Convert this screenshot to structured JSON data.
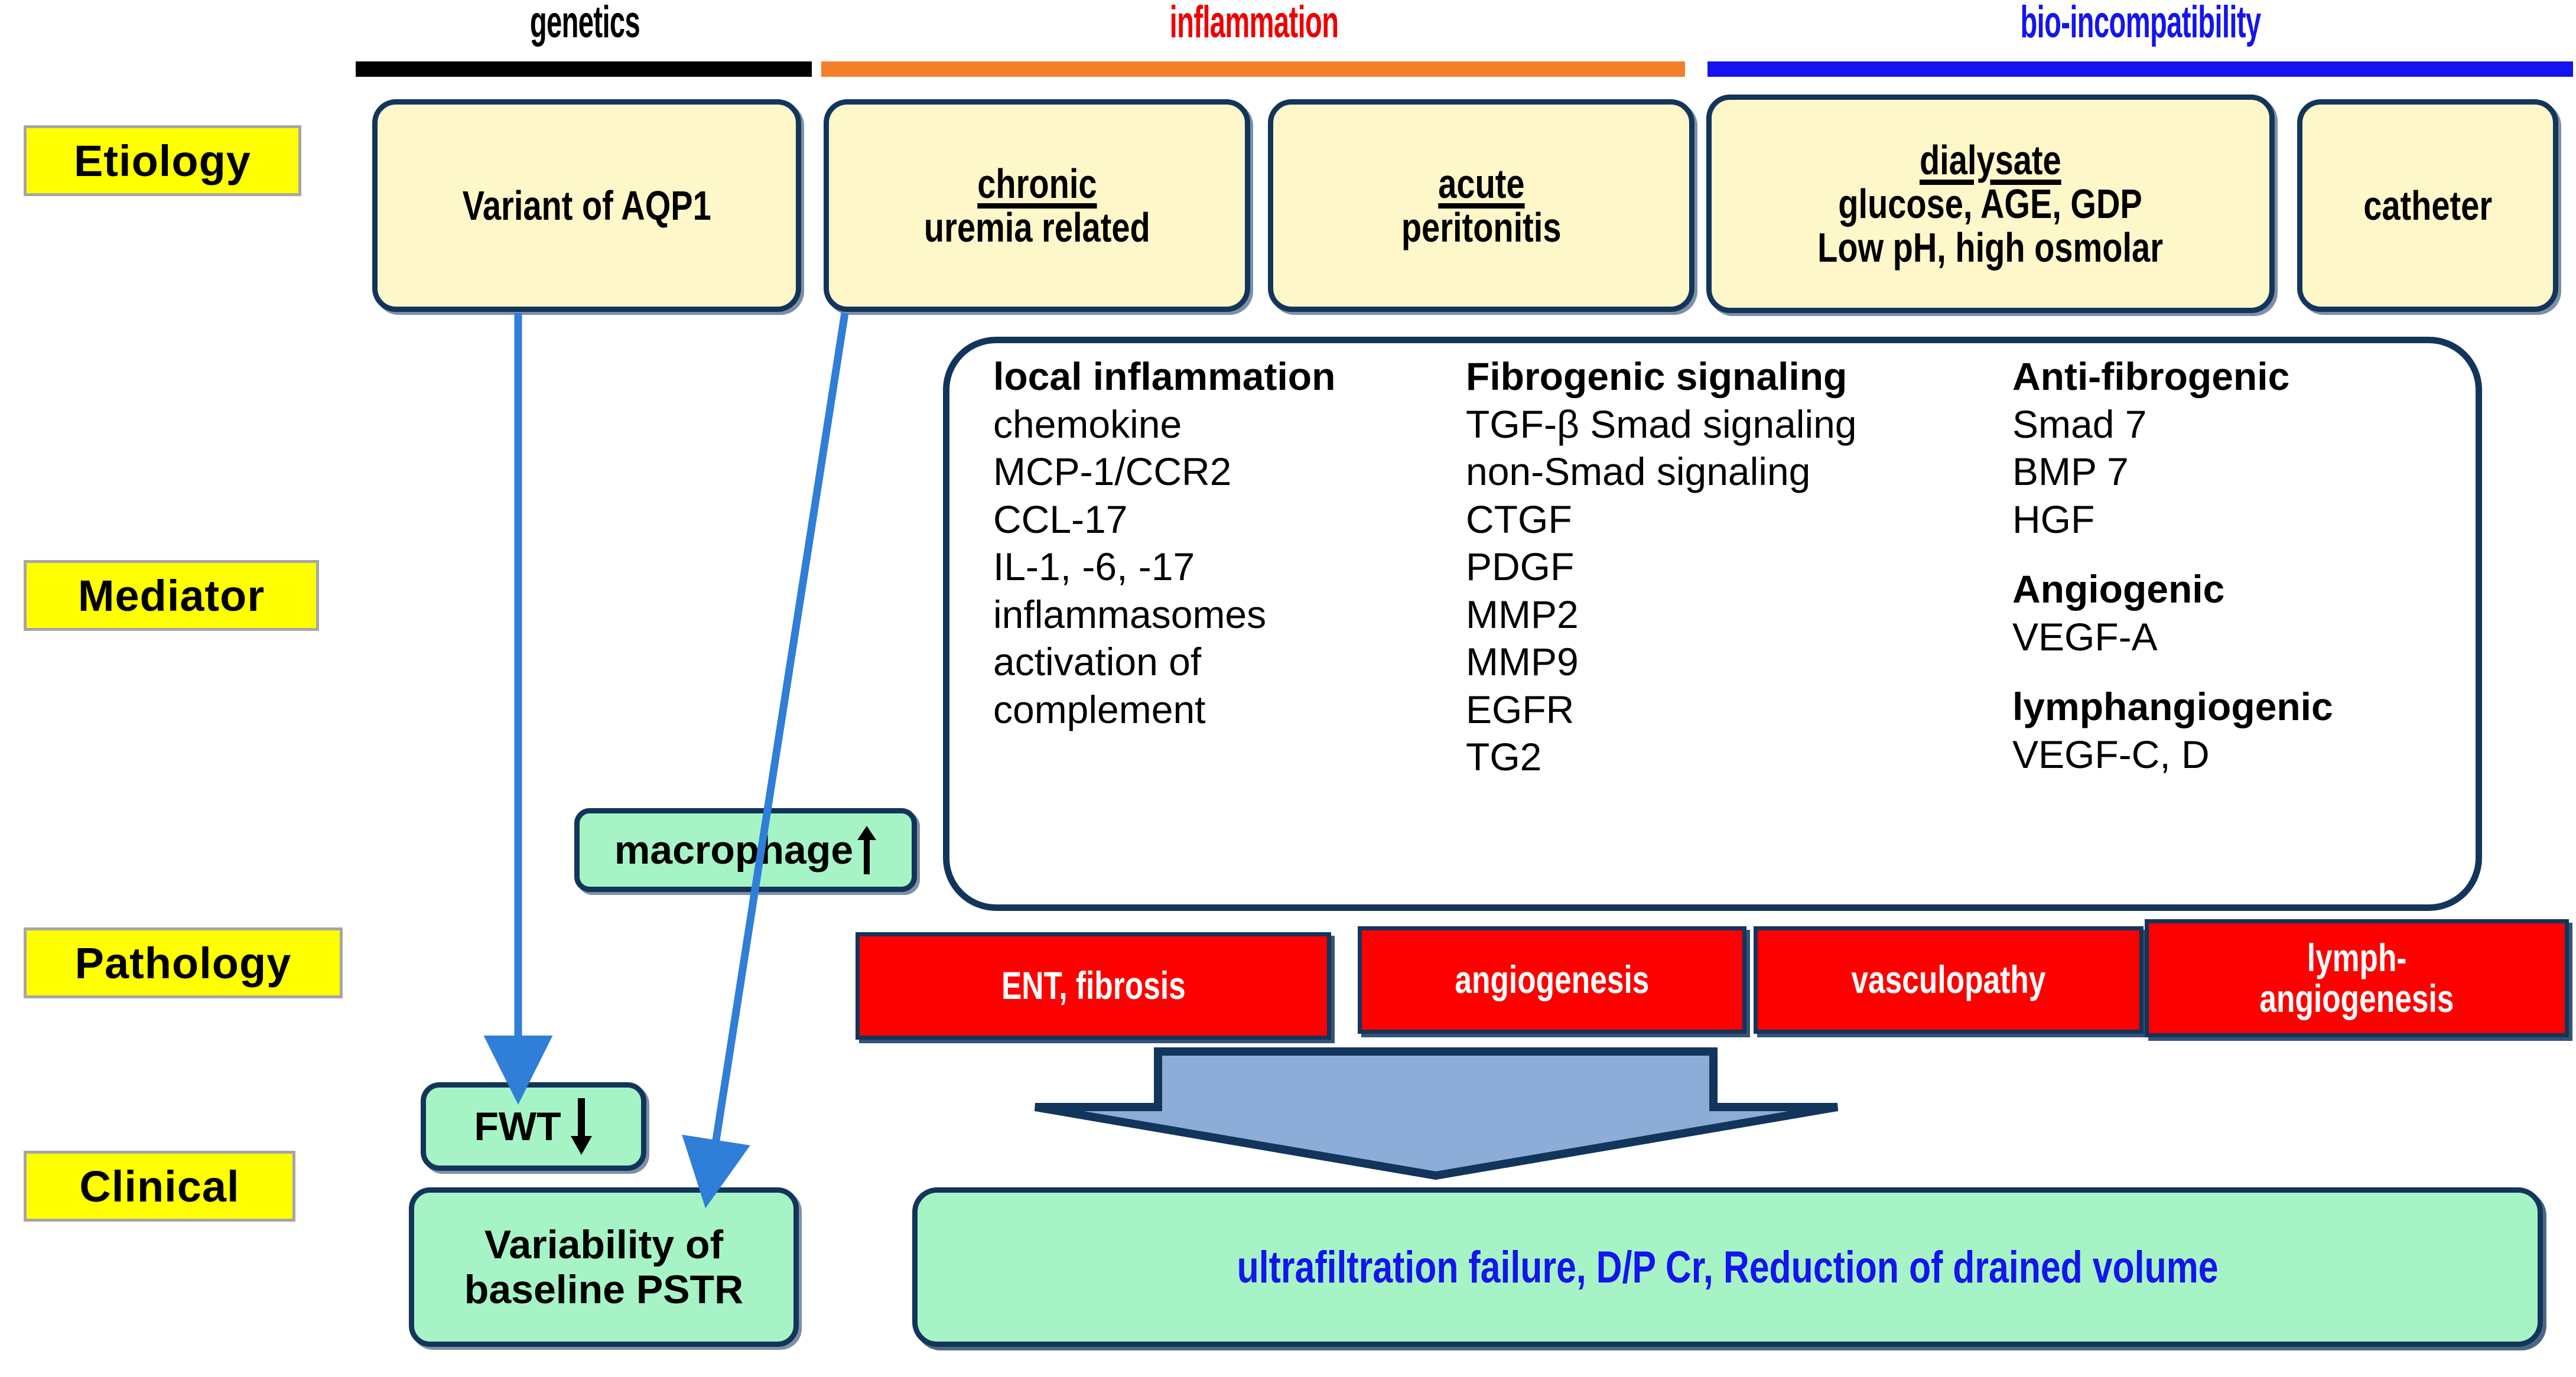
{
  "columns": [
    {
      "label": "genetics",
      "color": "#000000"
    },
    {
      "label": "inflammation",
      "color": "#ff6a13"
    },
    {
      "label": "bio-incompatibility",
      "color": "#1414ee"
    }
  ],
  "stages": [
    {
      "label": "Etiology"
    },
    {
      "label": "Mediator"
    },
    {
      "label": "Pathology"
    },
    {
      "label": "Clinical"
    }
  ],
  "etiology": [
    {
      "lines": [
        "Variant of AQP1"
      ],
      "underline_first": false
    },
    {
      "lines": [
        "chronic",
        "uremia related"
      ],
      "underline_first": true
    },
    {
      "lines": [
        "acute",
        "peritonitis"
      ],
      "underline_first": true
    },
    {
      "lines": [
        "dialysate",
        "glucose, AGE, GDP",
        "Low pH, high osmolar"
      ],
      "underline_first": true
    },
    {
      "lines": [
        "catheter"
      ],
      "underline_first": false
    }
  ],
  "mediator": {
    "columns": [
      {
        "blocks": [
          {
            "heading": "local inflammation",
            "items": [
              "chemokine",
              "MCP-1/CCR2",
              "CCL-17",
              "IL-1, -6, -17",
              "inflammasomes",
              "activation of",
              "complement"
            ]
          }
        ]
      },
      {
        "blocks": [
          {
            "heading": "Fibrogenic signaling",
            "items": [
              "TGF-β Smad signaling",
              "non-Smad signaling",
              "CTGF",
              "PDGF",
              "MMP2",
              "MMP9",
              "EGFR",
              "TG2"
            ]
          }
        ]
      },
      {
        "blocks": [
          {
            "heading": "Anti-fibrogenic",
            "items": [
              "Smad 7",
              "BMP 7",
              "HGF"
            ]
          },
          {
            "heading": "Angiogenic",
            "items": [
              "VEGF-A"
            ]
          },
          {
            "heading": "lymphangiogenic",
            "items": [
              "VEGF-C, D"
            ]
          }
        ]
      }
    ]
  },
  "macrophage": {
    "label": "macrophage",
    "arrow": "up"
  },
  "pathology": [
    {
      "lines": [
        "ENT, fibrosis"
      ]
    },
    {
      "lines": [
        "angiogenesis"
      ]
    },
    {
      "lines": [
        "vasculopathy"
      ]
    },
    {
      "lines": [
        "lymph-",
        "angiogenesis"
      ]
    }
  ],
  "clinical": {
    "fwt": {
      "label": "FWT",
      "arrow": "down"
    },
    "pstr": {
      "lines": [
        "Variability of",
        "baseline PSTR"
      ]
    },
    "outcome": {
      "label": "ultrafiltration failure, D/P Cr, Reduction of drained volume"
    }
  },
  "colors": {
    "outline": "#12355b",
    "etiology_fill": "#fdf7c9",
    "green_fill": "#a6f4c5",
    "red_fill": "#fd0000",
    "arrow_blue": "#2f7ed8",
    "wide_arrow_fill": "#8cadd8",
    "stage_fill": "#ffff00",
    "outcome_text": "#1414ee"
  }
}
